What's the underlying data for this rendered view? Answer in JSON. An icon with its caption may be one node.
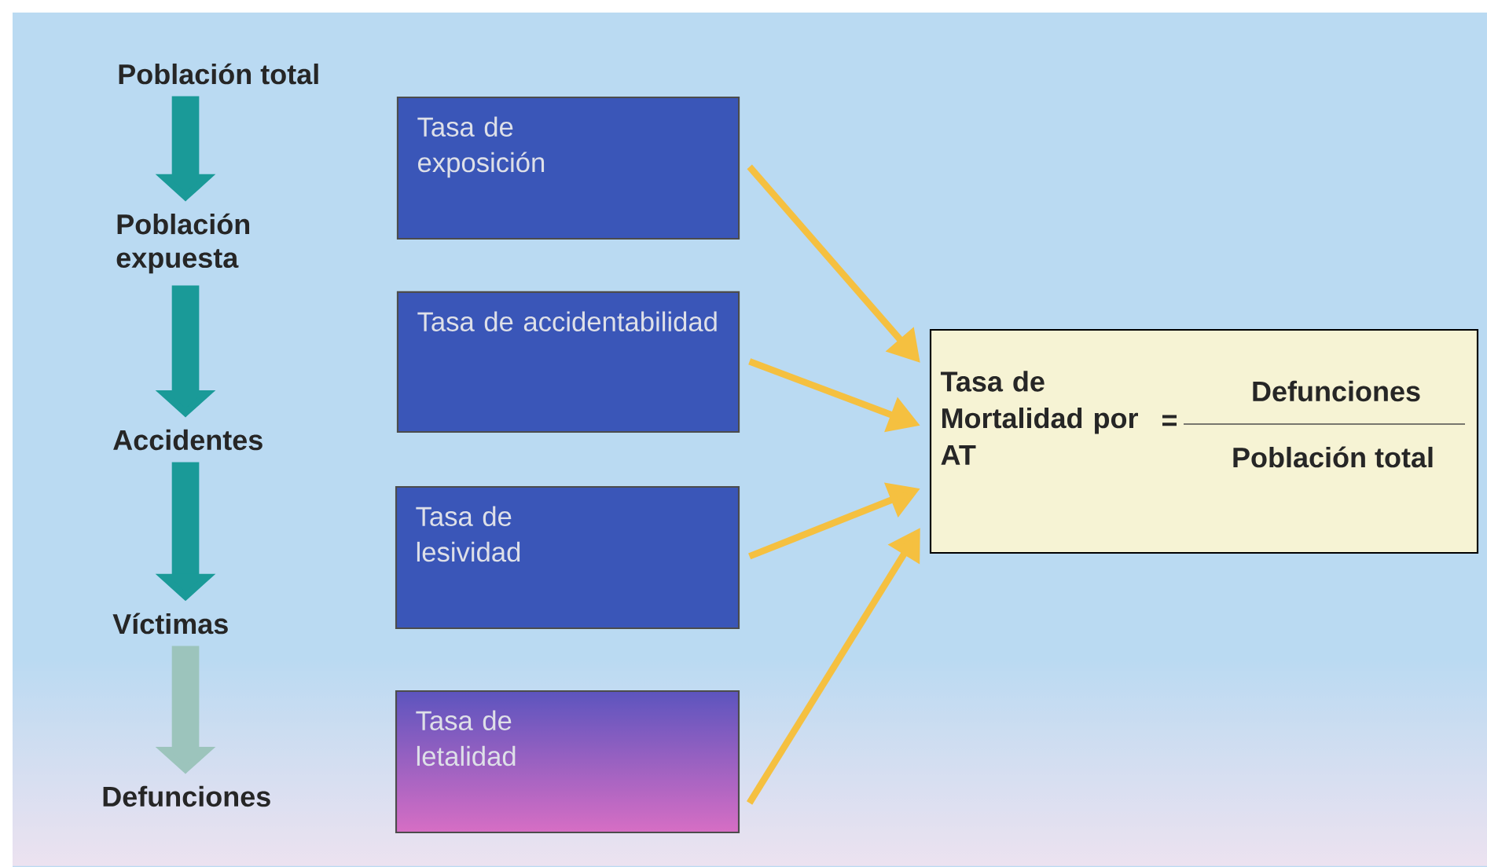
{
  "diagram": {
    "nodes": [
      {
        "text": [
          "Población total"
        ]
      },
      {
        "text": [
          "Población expuesta"
        ]
      },
      {
        "text": [
          "Accidentes"
        ]
      },
      {
        "text": [
          "Víctimas"
        ]
      },
      {
        "text": [
          "Defunciones"
        ]
      },
      {
        "text": [
          "Tasa de exposición"
        ]
      },
      {
        "text": [
          "Tasa de accidentabilidad"
        ]
      },
      {
        "text": [
          "Tasa de lesividad"
        ]
      },
      {
        "text": [
          "Tasa de letalidad"
        ]
      },
      {
        "text": [
          "Tasa de Mortalidad por AT",
          "=",
          "Defunciones",
          "Población total"
        ]
      }
    ],
    "edges": [
      {
        "from": 0,
        "to": 1,
        "arrow": "to",
        "style": "thick",
        "color": "#1a9a98"
      },
      {
        "from": 1,
        "to": 2,
        "arrow": "to",
        "style": "thick",
        "color": "#1a9a98"
      },
      {
        "from": 2,
        "to": 3,
        "arrow": "to",
        "style": "thick",
        "color": "#1a9a98"
      },
      {
        "from": 3,
        "to": 4,
        "arrow": "to",
        "style": "thick",
        "color": "#9cc4bc"
      },
      {
        "from": 5,
        "to": 9,
        "arrow": "to",
        "color": "#f5c040"
      },
      {
        "from": 6,
        "to": 9,
        "arrow": "to",
        "color": "#f5c040"
      },
      {
        "from": 7,
        "to": 9,
        "arrow": "to",
        "color": "#f5c040"
      },
      {
        "from": 8,
        "to": 9,
        "arrow": "to",
        "color": "#f5c040"
      }
    ]
  }
}
